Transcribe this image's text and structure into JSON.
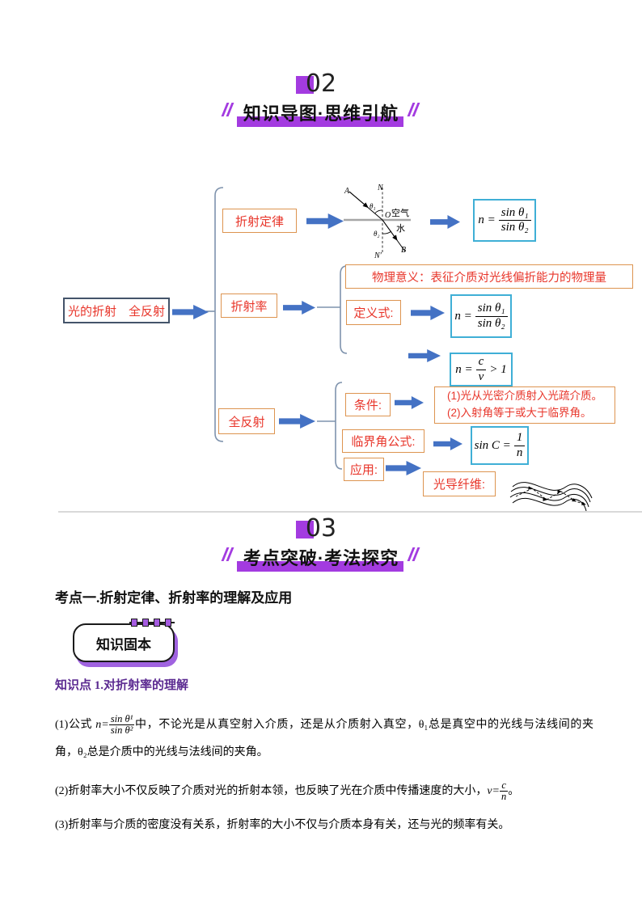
{
  "header02": {
    "number": "02",
    "title": "知识导图·思维引航"
  },
  "header03": {
    "number": "03",
    "title": "考点突破·考法探究"
  },
  "mindmap": {
    "root": "光的折射　全反射",
    "branch_law": "折射定律",
    "branch_index": "折射率",
    "branch_total": "全反射",
    "meaning": "物理意义：表征介质对光线偏折能力的物理量",
    "definition_label": "定义式:",
    "condition_label": "条件:",
    "conditions": [
      "(1)光从光密介质射入光疏介质。",
      "(2)入射角等于或大于临界角。"
    ],
    "critical_label": "临界角公式:",
    "application_label": "应用:",
    "fiber_label": "光导纤维:",
    "diagram": {
      "A": "A",
      "N": "N",
      "O": "O",
      "B": "B",
      "Nprime": "N′",
      "theta1": "θ₁",
      "theta2": "θ₂",
      "air": "空气",
      "water": "水"
    },
    "formulas": {
      "law": {
        "lhs": "n =",
        "num": "sin θ₁",
        "den": "sin θ₂"
      },
      "definition": {
        "lhs": "n =",
        "num": "sin θ₁",
        "den": "sin θ₂"
      },
      "speed": {
        "lhs": "n =",
        "num": "c",
        "den": "v",
        "rhs": "> 1"
      },
      "critical": {
        "lhs": "sin C =",
        "num": "1",
        "den": "n"
      }
    }
  },
  "section": {
    "kaodian_title": "考点一.折射定律、折射率的理解及应用",
    "badge": "知识固本",
    "point_title": "知识点 1.对折射率的理解",
    "para1": {
      "pre": "(1)公式 ",
      "lhs": "n=",
      "num": "sin θ¹",
      "den": "sin θ²",
      "post": "中，不论光是从真空射入介质，还是从介质射入真空，θ₁总是真空中的光线与法线间的夹角，θ₂总是介质中的光线与法线间的夹角。"
    },
    "para2": {
      "pre": "(2)折射率大小不仅反映了介质对光的折射本领，也反映了光在介质中传播速度的大小，",
      "lhs": "v=",
      "num": "c",
      "den": "n",
      "post": "。"
    },
    "para3": "(3)折射率与介质的密度没有关系，折射率的大小不仅与介质本身有关，还与光的频率有关。"
  },
  "colors": {
    "purple": "#a33be0",
    "arrow_blue": "#4472c4",
    "orange_border": "#dd9450",
    "cyan_border": "#3fafd6",
    "navy_border": "#44546a",
    "red_text": "#e8362b"
  }
}
